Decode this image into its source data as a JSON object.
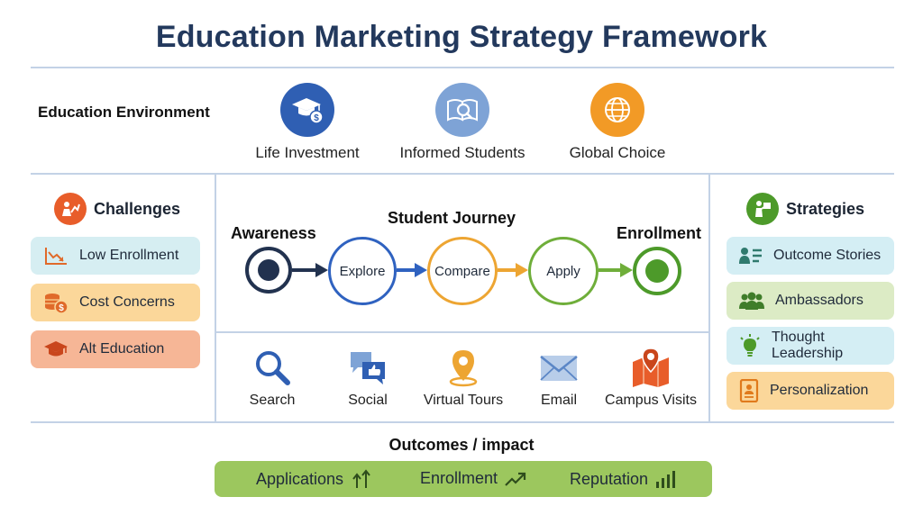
{
  "title": "Education Marketing Strategy Framework",
  "environment": {
    "label": "Education Environment",
    "items": [
      {
        "label": "Life Investment",
        "icon": "graduation-cap-dollar-icon",
        "color": "#2f5fb3"
      },
      {
        "label": "Informed Students",
        "icon": "book-magnifier-icon",
        "color": "#7ea3d6"
      },
      {
        "label": "Global Choice",
        "icon": "globe-icon",
        "color": "#f29a26"
      }
    ]
  },
  "challenges": {
    "title": "Challenges",
    "items": [
      {
        "label": "Low Enrollment",
        "icon": "declining-chart-icon",
        "color": "#d6eef2"
      },
      {
        "label": "Cost Concerns",
        "icon": "coins-icon",
        "color": "#fbd79a"
      },
      {
        "label": "Alt Education",
        "icon": "graduation-cap-icon",
        "color": "#f6b696"
      }
    ]
  },
  "journey": {
    "title": "Student Journey",
    "start_label": "Awareness",
    "end_label": "Enrollment",
    "steps": [
      "Explore",
      "Compare",
      "Apply"
    ],
    "colors": [
      "#22324f",
      "#2f62c0",
      "#eda532",
      "#6fae3a",
      "#4d9a2a"
    ]
  },
  "channels": [
    {
      "label": "Search",
      "icon": "search-icon"
    },
    {
      "label": "Social",
      "icon": "social-chat-icon"
    },
    {
      "label": "Virtual Tours",
      "icon": "location-pin-icon"
    },
    {
      "label": "Email",
      "icon": "envelope-icon"
    },
    {
      "label": "Campus Visits",
      "icon": "campus-map-icon"
    }
  ],
  "strategies": {
    "title": "Strategies",
    "items": [
      {
        "label": "Outcome Stories",
        "icon": "stories-icon",
        "color": "#d4eef4"
      },
      {
        "label": "Ambassadors",
        "icon": "people-group-icon",
        "color": "#dcebc5"
      },
      {
        "label": "Thought Leadership",
        "icon": "lightbulb-icon",
        "color": "#d4eef4"
      },
      {
        "label": "Personalization",
        "icon": "profile-card-icon",
        "color": "#fbd79a"
      }
    ]
  },
  "outcomes": {
    "title": "Outcomes / impact",
    "items": [
      {
        "label": "Applications",
        "icon": "up-arrows-icon"
      },
      {
        "label": "Enrollment",
        "icon": "trend-up-icon"
      },
      {
        "label": "Reputation",
        "icon": "bar-signal-icon"
      }
    ],
    "bar_color": "#9cc75e"
  }
}
